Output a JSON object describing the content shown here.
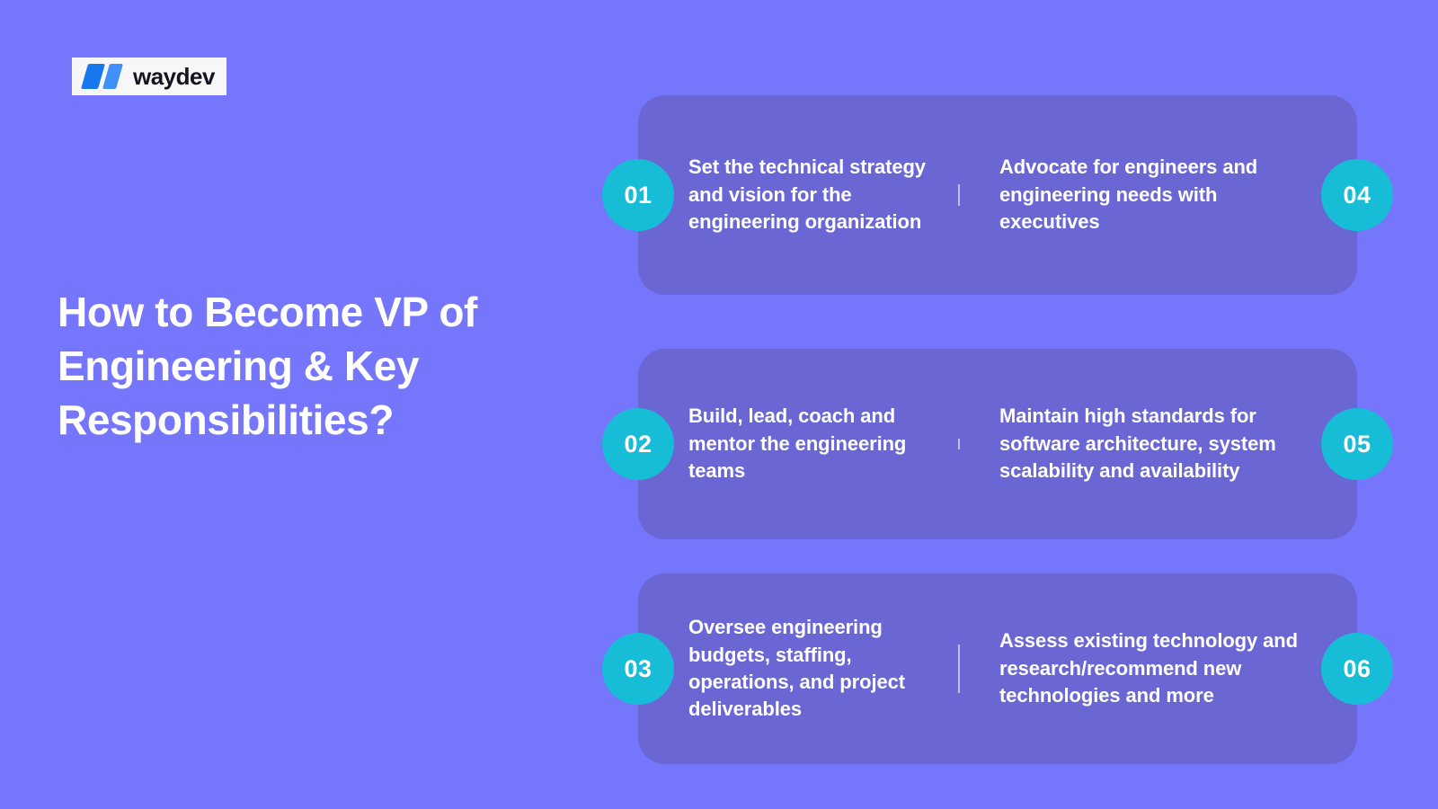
{
  "brand": {
    "name": "waydev",
    "logo_icon": "waydev-parallelogram-mark",
    "mark_color_dark": "#1878f0",
    "mark_color_light": "#3f90fb",
    "wordmark_color": "#15131f"
  },
  "theme": {
    "page_background": "#7576fb",
    "card_background": "#6a67d4",
    "badge_background": "#17bdd6",
    "text_color": "#ffffff",
    "divider_color": "#cfcdf2"
  },
  "headline": "How to Become VP of Engineering & Key Responsibilities?",
  "cards": [
    {
      "left_number": "01",
      "left_text": "Set the technical strategy and vision for the engineering organization",
      "right_number": "04",
      "right_text": "Advocate for engineers and engineering needs with executives"
    },
    {
      "left_number": "02",
      "left_text": "Build, lead, coach and mentor the engineering teams",
      "right_number": "05",
      "right_text": "Maintain high standards for software architecture, system scalability and availability"
    },
    {
      "left_number": "03",
      "left_text": "Oversee engineering budgets, staffing, operations, and project deliverables",
      "right_number": "06",
      "right_text": "Assess existing technology and research/recommend new technologies and more"
    }
  ]
}
